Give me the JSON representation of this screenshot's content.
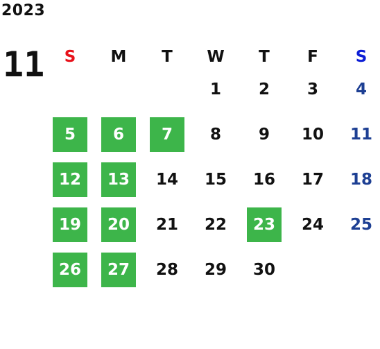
{
  "year": "2023",
  "month": "11",
  "weekdays": [
    "S",
    "M",
    "T",
    "W",
    "T",
    "F",
    "S"
  ],
  "colors": {
    "sunday_header": "#e8121b",
    "saturday_header": "#0d1ed6",
    "saturday_numbers": "#1d3f93",
    "highlight": "#3db54a"
  },
  "weeks": [
    [
      null,
      null,
      null,
      "1",
      "2",
      "3",
      "4"
    ],
    [
      "5",
      "6",
      "7",
      "8",
      "9",
      "10",
      "11"
    ],
    [
      "12",
      "13",
      "14",
      "15",
      "16",
      "17",
      "18"
    ],
    [
      "19",
      "20",
      "21",
      "22",
      "23",
      "24",
      "25"
    ],
    [
      "26",
      "27",
      "28",
      "29",
      "30",
      null,
      null
    ]
  ],
  "highlighted_days": [
    "5",
    "6",
    "7",
    "12",
    "13",
    "19",
    "20",
    "23",
    "26",
    "27"
  ]
}
